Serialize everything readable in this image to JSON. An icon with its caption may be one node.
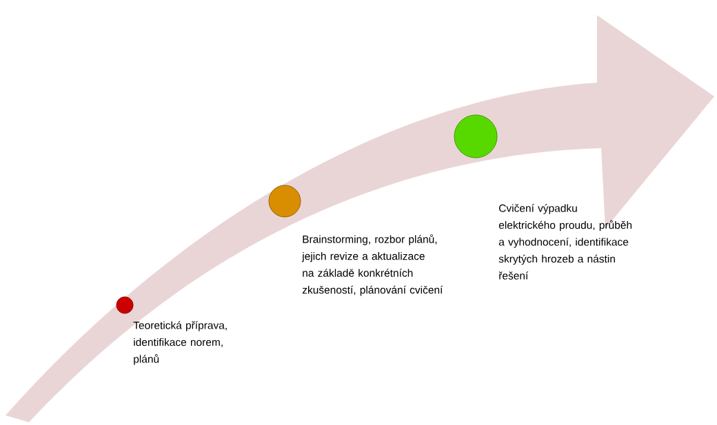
{
  "diagram": {
    "nodes": [
      {
        "text": [],
        "shape": "circle",
        "beside": [
          "Teoretická příprava, identifikace norem, plánů"
        ]
      },
      {
        "text": [],
        "shape": "circle",
        "beside": [
          "Brainstorming, rozbor plánů, jejich revize a aktualizace na základě konkrétních zkušeností, plánování cvičení"
        ]
      },
      {
        "text": [],
        "shape": "circle"
      }
    ],
    "labels": [
      "Cvičení výpadku elektrického proudu, průběh a vyhodnocení, identifikace skrytých hrozeb a nástin řešení"
    ]
  }
}
